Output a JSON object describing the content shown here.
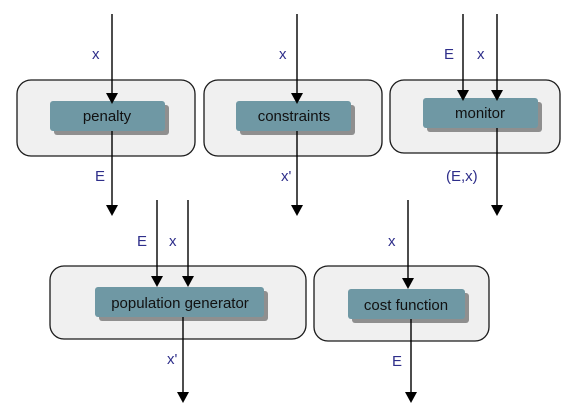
{
  "diagram": {
    "nodes": {
      "penalty": {
        "label": "penalty"
      },
      "constraints": {
        "label": "constraints"
      },
      "monitor": {
        "label": "monitor"
      },
      "population_generator": {
        "label": "population generator"
      },
      "cost_function": {
        "label": "cost function"
      }
    },
    "edges": {
      "penalty_in": {
        "label": "x"
      },
      "penalty_out": {
        "label": "E"
      },
      "constraints_in": {
        "label": "x"
      },
      "constraints_out": {
        "label": "x'"
      },
      "monitor_in_e": {
        "label": "E"
      },
      "monitor_in_x": {
        "label": "x"
      },
      "monitor_out": {
        "label": "(E,x)"
      },
      "popgen_in_e": {
        "label": "E"
      },
      "popgen_in_x": {
        "label": "x"
      },
      "popgen_out": {
        "label": "x'"
      },
      "cost_in": {
        "label": "x"
      },
      "cost_out": {
        "label": "E"
      }
    },
    "colors": {
      "outer_fill": "#f0f0f0",
      "inner_fill": "#6f98a4",
      "edge_label": "#2e2e8a"
    }
  }
}
